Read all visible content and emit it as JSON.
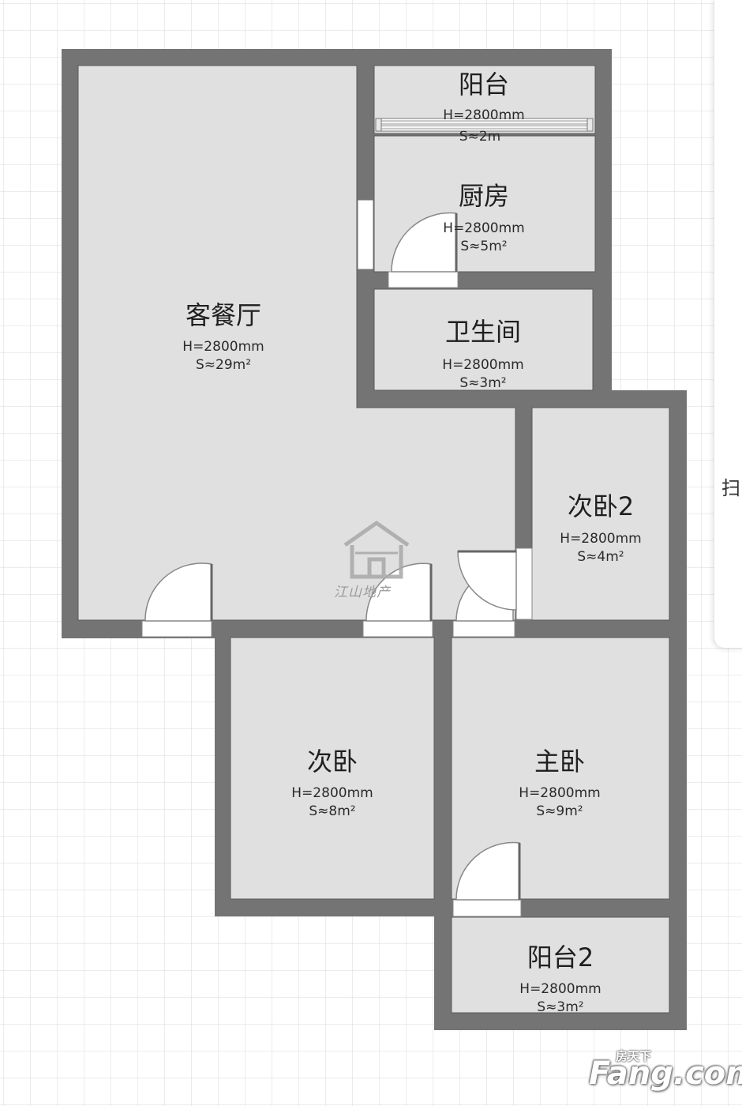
{
  "colors": {
    "wall": "#747474",
    "room_fill": "#e0e0e0",
    "grid": "#d9d9d9",
    "door": "#ffffff"
  },
  "rooms": {
    "living": {
      "name": "客餐厅",
      "height": "H=2800mm",
      "area": "S≈29m²"
    },
    "balcony": {
      "name": "阳台",
      "height": "H=2800mm",
      "area": "S≈2m"
    },
    "kitchen": {
      "name": "厨房",
      "height": "H=2800mm",
      "area": "S≈5m²"
    },
    "bathroom": {
      "name": "卫生间",
      "height": "H=2800mm",
      "area": "S≈3m²"
    },
    "bedroom2": {
      "name": "次卧2",
      "height": "H=2800mm",
      "area": "S≈4m²"
    },
    "bedroom": {
      "name": "次卧",
      "height": "H=2800mm",
      "area": "S≈8m²"
    },
    "master": {
      "name": "主卧",
      "height": "H=2800mm",
      "area": "S≈9m²"
    },
    "balcony2": {
      "name": "阳台2",
      "height": "H=2800mm",
      "area": "S≈3m²"
    }
  },
  "watermark": {
    "text": "江山地产",
    "icon": "house-logo-icon"
  },
  "side_panel": {
    "char": "扫"
  },
  "brand": {
    "sub": "房天下",
    "main": "Fang.com"
  }
}
